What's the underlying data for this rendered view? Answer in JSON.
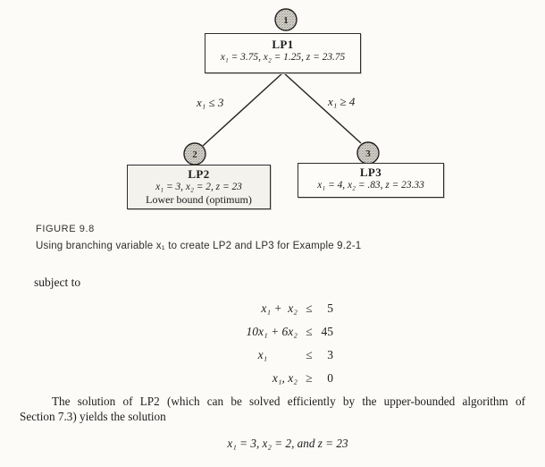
{
  "figure": {
    "label": "FIGURE 9.8",
    "caption": "Using branching variable x₁ to create LP2 and LP3 for Example 9.2-1",
    "tree": {
      "branch_left_label": "x₁ ≤ 3",
      "branch_right_label": "x₁ ≥ 4",
      "nodes": [
        {
          "id": "1",
          "title": "LP1",
          "solution": "x₁ = 3.75, x₂ = 1.25, z = 23.75"
        },
        {
          "id": "2",
          "title": "LP2",
          "solution": "x₁ = 3, x₂ = 2, z = 23",
          "note": "Lower bound (optimum)"
        },
        {
          "id": "3",
          "title": "LP3",
          "solution": "x₁ = 4, x₂ = .83, z = 23.33"
        }
      ]
    }
  },
  "body": {
    "subject_to": "subject to",
    "constraints": [
      {
        "lhs": "x₁ +  x₂",
        "rel": "≤",
        "rhs": "5"
      },
      {
        "lhs": "10x₁ + 6x₂",
        "rel": "≤",
        "rhs": "45"
      },
      {
        "lhs": "x₁          ",
        "rel": "≤",
        "rhs": "3"
      },
      {
        "lhs": "x₁, x₂",
        "rel": "≥",
        "rhs": "0"
      }
    ],
    "paragraph_line1": "The solution of LP2 (which can be solved efficiently by the upper-bounded algorithm of",
    "paragraph_line2": "Section 7.3) yields the solution",
    "solution_equation": "x₁ = 3, x₂ = 2, and z = 23"
  }
}
